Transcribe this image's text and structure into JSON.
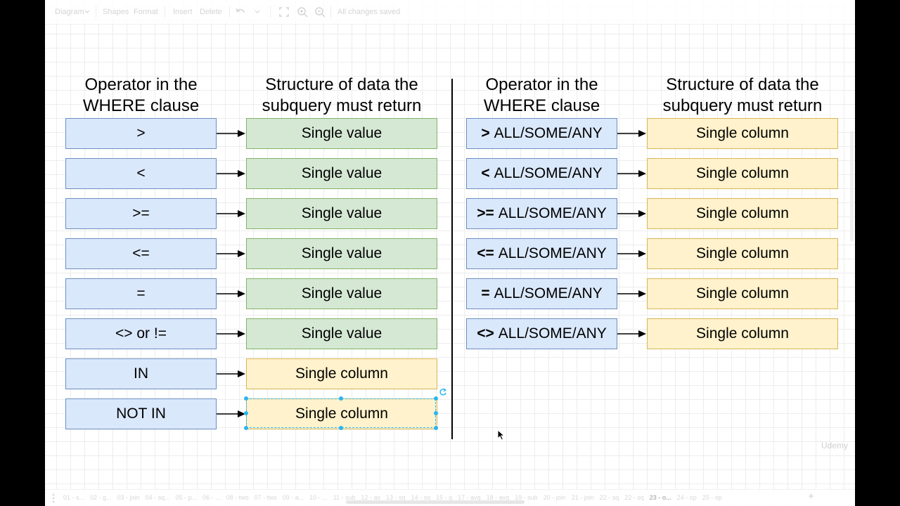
{
  "toolbar": {
    "diagram_menu": "Diagram",
    "shapes": "Shapes",
    "format": "Format",
    "insert": "Insert",
    "delete": "Delete",
    "status": "All changes saved"
  },
  "left": {
    "header_operator": [
      "Operator in the",
      "WHERE clause"
    ],
    "header_structure": [
      "Structure of data the",
      "subquery must return"
    ],
    "rows": [
      {
        "op": ">",
        "result": "Single value"
      },
      {
        "op": "<",
        "result": "Single value"
      },
      {
        "op": ">=",
        "result": "Single value"
      },
      {
        "op": "<=",
        "result": "Single value"
      },
      {
        "op": "=",
        "result": "Single value"
      },
      {
        "op": "<> or !=",
        "result": "Single value"
      },
      {
        "op": "IN",
        "result": "Single column"
      },
      {
        "op": "NOT IN",
        "result": "Single column"
      }
    ]
  },
  "right": {
    "header_operator": [
      "Operator in the",
      "WHERE clause"
    ],
    "header_structure": [
      "Structure of data the",
      "subquery must return"
    ],
    "rows": [
      {
        "sym": ">",
        "op": "ALL/SOME/ANY",
        "result": "Single column"
      },
      {
        "sym": "<",
        "op": "ALL/SOME/ANY",
        "result": "Single column"
      },
      {
        "sym": ">=",
        "op": "ALL/SOME/ANY",
        "result": "Single column"
      },
      {
        "sym": "<=",
        "op": "ALL/SOME/ANY",
        "result": "Single column"
      },
      {
        "sym": "=",
        "op": "ALL/SOME/ANY",
        "result": "Single column"
      },
      {
        "sym": "<>",
        "op": "ALL/SOME/ANY",
        "result": "Single column"
      }
    ]
  },
  "page_tabs": [
    "01 - s...",
    "02 - g...",
    "03 - join",
    "04 - sq...",
    "05 - p...",
    "06 - ...",
    "08 - two",
    "07 - two",
    "09 - a...",
    "10 - ...",
    "11 - sub",
    "12 - as",
    "13 - sq",
    "14 - sq",
    "15 - q",
    "17 - avg",
    "18 - avg",
    "19 - sub",
    "20 - join",
    "21 - join",
    "22 - sq",
    "22 - sq",
    "23 - o...",
    "24 - op",
    "25 - op"
  ],
  "active_tab": "23 - o...",
  "watermark": "Udemy",
  "colors": {
    "operator_fill": "#dae8fc",
    "operator_border": "#6c8ebf",
    "value_fill": "#d5e8d4",
    "value_border": "#82b366",
    "column_fill": "#fff2cc",
    "column_border": "#d6b656",
    "selection": "#29b6f2"
  }
}
